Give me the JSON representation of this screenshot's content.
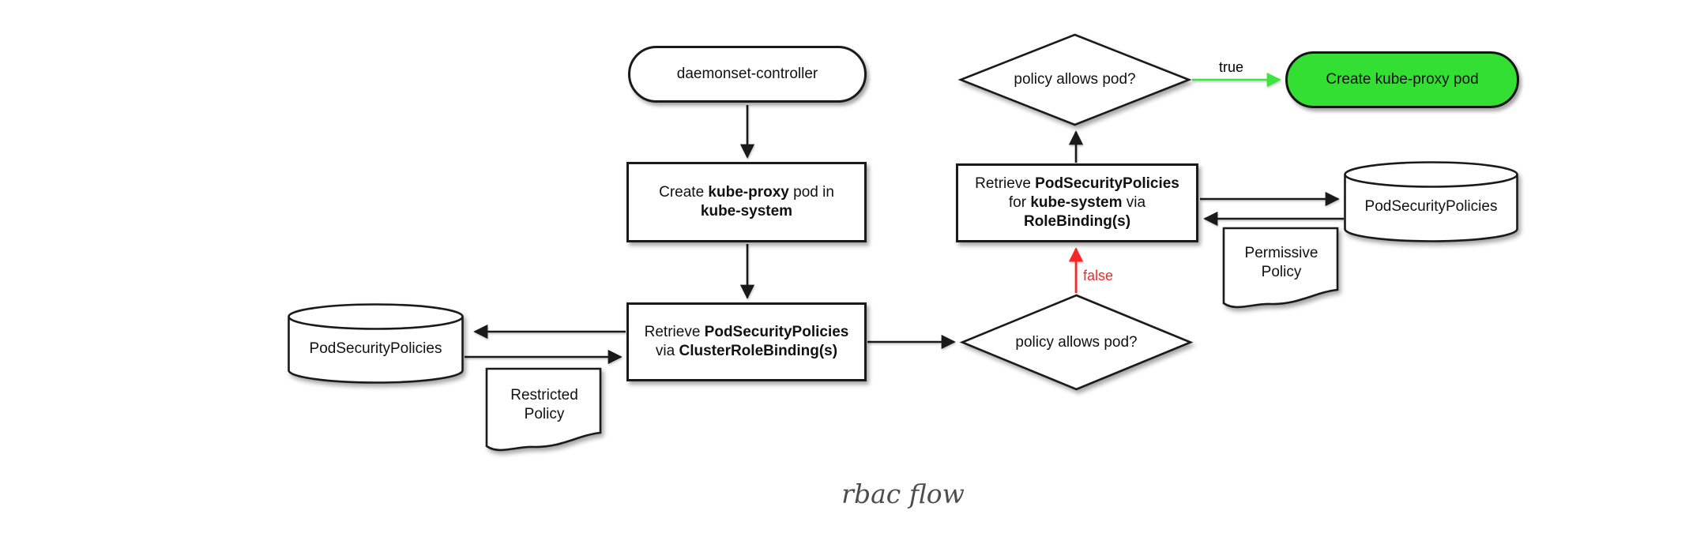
{
  "caption": "rbac flow",
  "colors": {
    "line": "#1a1a1a",
    "green_fill": "#33df33",
    "green_line": "#3fe43f",
    "red_line": "#f92626"
  },
  "nodes": {
    "daemonset": {
      "label": "daemonset-controller"
    },
    "create_pod": {
      "l1a": "Create ",
      "l1b": "kube-proxy",
      "l1c": " pod in",
      "l2": "kube-system"
    },
    "retrieve_cluster": {
      "l1a": "Retrieve ",
      "l1b": "PodSecurityPolicies",
      "l2a": "via ",
      "l2b": "ClusterRoleBinding(s)"
    },
    "psp_left": {
      "label": "PodSecurityPolicies"
    },
    "restricted": {
      "l1": "Restricted",
      "l2": "Policy"
    },
    "decision_lower": {
      "label": "policy allows pod?"
    },
    "retrieve_role": {
      "l1a": "Retrieve ",
      "l1b": "PodSecurityPolicies",
      "l2a": "for ",
      "l2b": "kube-system",
      "l2c": " via",
      "l3": "RoleBinding(s)"
    },
    "decision_upper": {
      "label": "policy allows pod?"
    },
    "create_final": {
      "label": "Create kube-proxy pod"
    },
    "psp_right": {
      "label": "PodSecurityPolicies"
    },
    "permissive": {
      "l1": "Permissive",
      "l2": "Policy"
    }
  },
  "edges": {
    "true_label": "true",
    "false_label": "false"
  }
}
